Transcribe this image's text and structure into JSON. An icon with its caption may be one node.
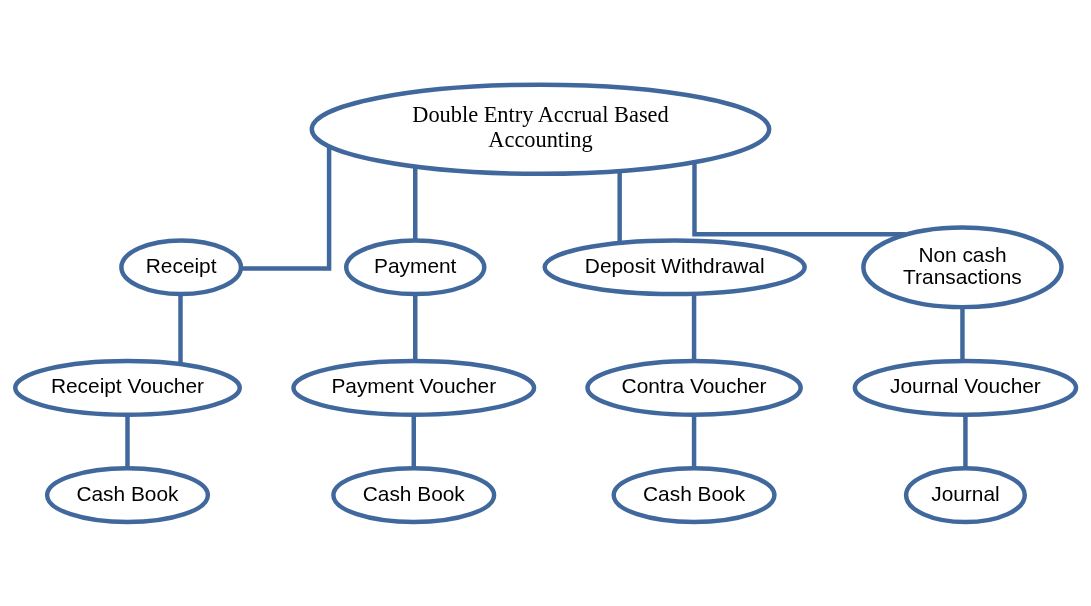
{
  "diagram": {
    "nodes": [
      {
        "text": [
          "Double Entry Accrual Based Accounting"
        ]
      },
      {
        "text": [
          "Receipt"
        ]
      },
      {
        "text": [
          "Payment"
        ]
      },
      {
        "text": [
          "Deposit Withdrawal"
        ]
      },
      {
        "text": [
          "Non cash Transactions"
        ]
      },
      {
        "text": [
          "Receipt Voucher"
        ]
      },
      {
        "text": [
          "Payment Voucher"
        ]
      },
      {
        "text": [
          "Contra Voucher"
        ]
      },
      {
        "text": [
          "Journal Voucher"
        ]
      },
      {
        "text": [
          "Cash Book"
        ]
      },
      {
        "text": [
          "Cash Book"
        ]
      },
      {
        "text": [
          "Cash Book"
        ]
      },
      {
        "text": [
          "Journal"
        ]
      }
    ],
    "edges": [
      {
        "from": 0,
        "to": 1,
        "arrow": "none"
      },
      {
        "from": 0,
        "to": 2,
        "arrow": "none"
      },
      {
        "from": 0,
        "to": 3,
        "arrow": "none"
      },
      {
        "from": 0,
        "to": 4,
        "arrow": "none"
      },
      {
        "from": 1,
        "to": 5,
        "arrow": "none"
      },
      {
        "from": 2,
        "to": 6,
        "arrow": "none"
      },
      {
        "from": 3,
        "to": 7,
        "arrow": "none"
      },
      {
        "from": 4,
        "to": 8,
        "arrow": "none"
      },
      {
        "from": 5,
        "to": 9,
        "arrow": "none"
      },
      {
        "from": 6,
        "to": 10,
        "arrow": "none"
      },
      {
        "from": 7,
        "to": 11,
        "arrow": "none"
      },
      {
        "from": 8,
        "to": 12,
        "arrow": "none"
      }
    ]
  }
}
